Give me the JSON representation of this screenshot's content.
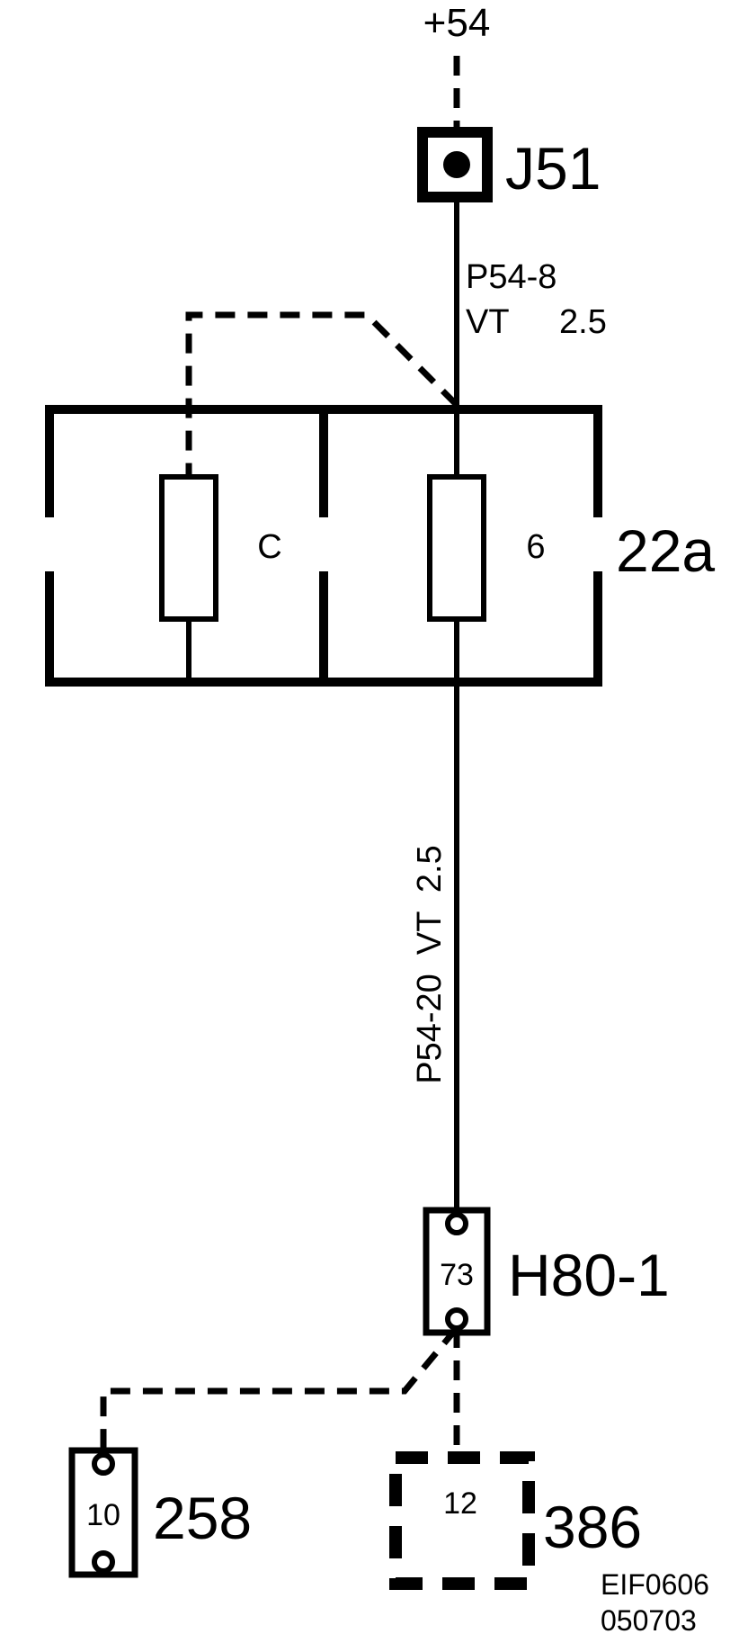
{
  "supply": {
    "label": "+54"
  },
  "junction": {
    "label": "J51"
  },
  "wire_top": {
    "id": "P54-8",
    "color": "VT",
    "size": "2.5"
  },
  "fuse_box": {
    "label": "22a",
    "fuses": [
      {
        "label": "C"
      },
      {
        "label": "6"
      }
    ]
  },
  "wire_bottom": {
    "text": "P54-20  VT  2.5"
  },
  "connector_h80": {
    "label": "H80-1",
    "pin": "73"
  },
  "component_258": {
    "label": "258",
    "pin": "10"
  },
  "component_386": {
    "label": "386",
    "pin": "12"
  },
  "drawing_ref": {
    "code": "EIF0606",
    "date": "050703"
  }
}
